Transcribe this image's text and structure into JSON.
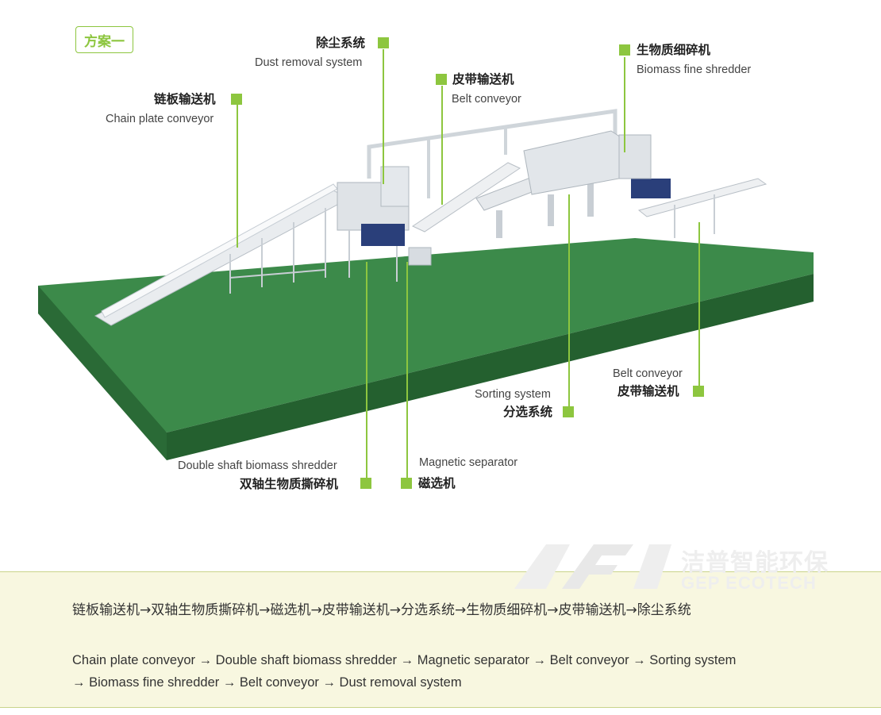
{
  "scheme_badge": "方案一",
  "labels": {
    "dust_removal": {
      "zh": "除尘系统",
      "en": "Dust removal system"
    },
    "belt_conveyor_top": {
      "zh": "皮带输送机",
      "en": "Belt conveyor"
    },
    "fine_shredder": {
      "zh": "生物质细碎机",
      "en": "Biomass fine shredder"
    },
    "chain_plate": {
      "zh": "链板输送机",
      "en": "Chain plate conveyor"
    },
    "belt_conveyor_right": {
      "zh": "皮带输送机",
      "en": "Belt conveyor"
    },
    "sorting": {
      "zh": "分选系统",
      "en": "Sorting system"
    },
    "double_shaft": {
      "zh": "双轴生物质撕碎机",
      "en": "Double shaft biomass shredder"
    },
    "magnetic": {
      "zh": "磁选机",
      "en": "Magnetic separator"
    }
  },
  "watermark": {
    "zh": "洁普智能环保",
    "en": "GEP ECOTECH"
  },
  "flow": {
    "zh": "链板输送机→双轴生物质撕碎机→磁选机→皮带输送机→分选系统→生物质细碎机→皮带输送机→除尘系统",
    "en": "Chain plate conveyor → Double shaft biomass shredder → Magnetic separator → Belt conveyor → Sorting system → Biomass fine shredder → Belt conveyor → Dust removal system"
  },
  "colors": {
    "accent": "#8dc63f",
    "platform_top": "#3c8a4a",
    "platform_side": "#2a6a36",
    "machine_blue": "#2a3f7a",
    "band": "#f8f7e0"
  }
}
